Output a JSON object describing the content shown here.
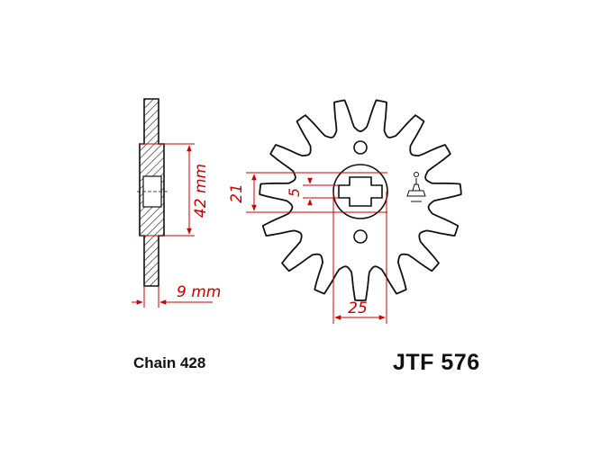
{
  "colors": {
    "outline": "#111111",
    "dimension": "#cc0000",
    "hatch": "#333333"
  },
  "side_view": {
    "hub_length": "42 mm",
    "thickness": "9 mm"
  },
  "front_view": {
    "hole_width": "21",
    "spline_width": "5",
    "bore_diameter": "25",
    "tooth_count": 15
  },
  "icons": [
    "sprocket-logo-icon"
  ],
  "captions": {
    "chain": "Chain 428",
    "part_number": "JTF 576"
  }
}
